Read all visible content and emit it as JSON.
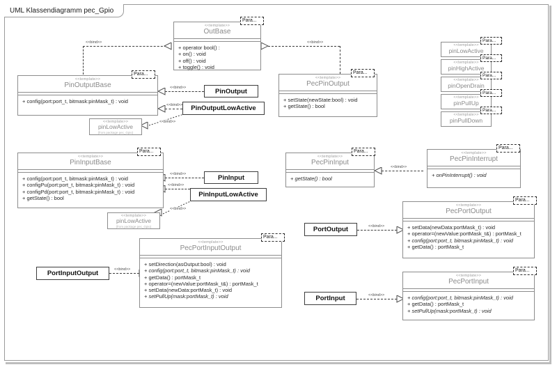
{
  "diagram": {
    "title": "UML Klassendiagramm pec_Gpio",
    "stereotype": "<<template>>",
    "bind_label": "<<bind>>",
    "param_label": "Para...",
    "from_package": "(from package pec_Gpio)"
  },
  "colors": {
    "frame_border": "#9a9a9a",
    "class_border": "#8c8c8c",
    "class_name": "#8a8a8a",
    "bound_border": "#3c3c3c",
    "operation_text": "#2a2a2a",
    "stereotype_text": "#9b9b9b",
    "connector": "#3a3a3a",
    "background": "#ffffff"
  },
  "classes": {
    "out_base": {
      "name": "OutBase",
      "operations": [
        {
          "text": "+ operator bool() :",
          "abstract": false
        },
        {
          "text": "+ on() : void",
          "abstract": false
        },
        {
          "text": "+ off() : void",
          "abstract": false
        },
        {
          "text": "+ toggle() : void",
          "abstract": false
        }
      ]
    },
    "pin_output_base": {
      "name": "PinOutputBase",
      "operations": [
        {
          "text": "+ config(port:port_t, bitmask:pinMask_t) : void",
          "abstract": false
        }
      ]
    },
    "pec_pin_output": {
      "name": "PecPinOutput",
      "operations": [
        {
          "text": "+ setState(newState:bool) : void",
          "abstract": false
        },
        {
          "text": "+ getState() : bool",
          "abstract": false
        }
      ]
    },
    "pin_low_active_out": {
      "name": "pinLowActive",
      "sub": "(from package pec_Gpio)"
    },
    "pin_input_base": {
      "name": "PinInputBase",
      "operations": [
        {
          "text": "+ config(port:port_t, bitmask:pinMask_t) : void",
          "abstract": false
        },
        {
          "text": "+ configPu(port:port_t, bitmask:pinMask_t) : void",
          "abstract": false
        },
        {
          "text": "+ configPd(port:port_t, bitmask:pinMask_t) : void",
          "abstract": false
        },
        {
          "text": "+ getState() : bool",
          "abstract": false
        }
      ]
    },
    "pec_pin_input": {
      "name": "PecPinInput",
      "operations": [
        {
          "text": "+ getState() : bool",
          "abstract": true
        }
      ]
    },
    "pec_pin_interrupt": {
      "name": "PecPinInterrupt",
      "operations": [
        {
          "text": "+ onPinInterrupt() : void",
          "abstract": true
        }
      ]
    },
    "pin_low_active_in": {
      "name": "pinLowActive",
      "sub": "(from package pec_Gpio)"
    },
    "pec_port_input_output": {
      "name": "PecPortInputOutput",
      "operations": [
        {
          "text": "+ setDirection(asOutput:bool) : void",
          "abstract": false
        },
        {
          "text": "+ config(port:port_t, bitmask:pinMask_t) : void",
          "abstract": true
        },
        {
          "text": "+ getData() : portMask_t",
          "abstract": false
        },
        {
          "text": "+ operator=(newValue:portMask_t&) : portMask_t",
          "abstract": false
        },
        {
          "text": "+ setData(newData:portMask_t) : void",
          "abstract": false
        },
        {
          "text": "+ setPullUp(mask:portMask_t) : void",
          "abstract": true
        }
      ]
    },
    "pec_port_output": {
      "name": "PecPortOutput",
      "operations": [
        {
          "text": "+ setData(newData:portMask_t) : void",
          "abstract": false
        },
        {
          "text": "+ operator=(newValue:portMask_t&) : portMask_t",
          "abstract": false
        },
        {
          "text": "+ config(port:port_t, bitmask:pinMask_t) : void",
          "abstract": true
        },
        {
          "text": "+ getData() : portMask_t",
          "abstract": false
        }
      ]
    },
    "pec_port_input": {
      "name": "PecPortInput",
      "operations": [
        {
          "text": "+ config(port:port_t, bitmask:pinMask_t) : void",
          "abstract": true
        },
        {
          "text": "+ getData() : portMask_t",
          "abstract": false
        },
        {
          "text": "+ setPullUp(mask:portMask_t) : void",
          "abstract": true
        }
      ]
    }
  },
  "bound_classes": [
    {
      "key": "pin_output",
      "name": "PinOutput"
    },
    {
      "key": "pin_output_low_active",
      "name": "PinOutputLowActive"
    },
    {
      "key": "pin_input",
      "name": "PinInput"
    },
    {
      "key": "pin_input_low_active",
      "name": "PinInputLowActive"
    },
    {
      "key": "port_output",
      "name": "PortOutput"
    },
    {
      "key": "port_input_output",
      "name": "PortInputOutput"
    },
    {
      "key": "port_input",
      "name": "PortInput"
    }
  ],
  "template_stack": [
    {
      "name": "pinLowActive"
    },
    {
      "name": "pinHighActive"
    },
    {
      "name": "pinOpenDrain"
    },
    {
      "name": "pinPullUp"
    },
    {
      "name": "pinPullDown"
    }
  ],
  "bind_labels": {
    "l1": "<<bind>>",
    "l2": "<<bind>>",
    "l3": "<<bind>>",
    "l4": "<<bind>>",
    "l5": "<<bind>>",
    "l6": "<<bind>>",
    "l7": "<<bind>>",
    "l8": "<<bind>>",
    "l9": "<<bind>>",
    "l10": "<<bind>>",
    "l11": "<<bind>>",
    "l12": "<<bind>>"
  }
}
